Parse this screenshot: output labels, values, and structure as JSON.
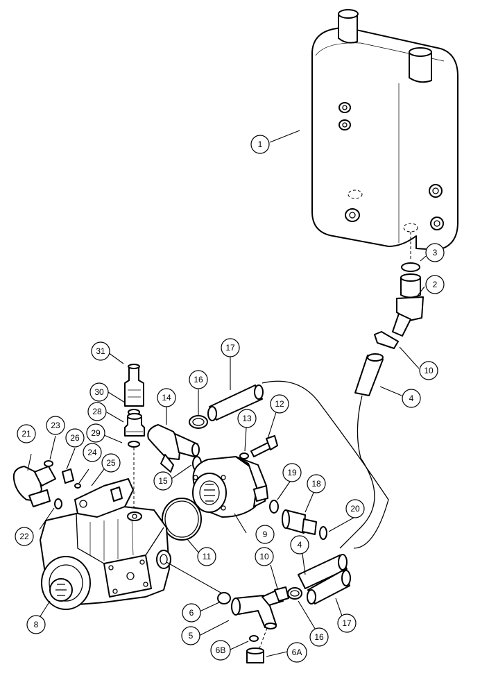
{
  "callouts": {
    "c1": "1",
    "c2": "2",
    "c3": "3",
    "c4a": "4",
    "c4b": "4",
    "c5": "5",
    "c6": "6",
    "c6a": "6A",
    "c6b": "6B",
    "c8": "8",
    "c9": "9",
    "c10a": "10",
    "c10b": "10",
    "c11": "11",
    "c12": "12",
    "c13": "13",
    "c14": "14",
    "c15": "15",
    "c16a": "16",
    "c16b": "16",
    "c17a": "17",
    "c17b": "17",
    "c18": "18",
    "c19": "19",
    "c20": "20",
    "c21": "21",
    "c22": "22",
    "c23": "23",
    "c24": "24",
    "c25": "25",
    "c26": "26",
    "c28": "28",
    "c29": "29",
    "c30": "30",
    "c31": "31"
  }
}
